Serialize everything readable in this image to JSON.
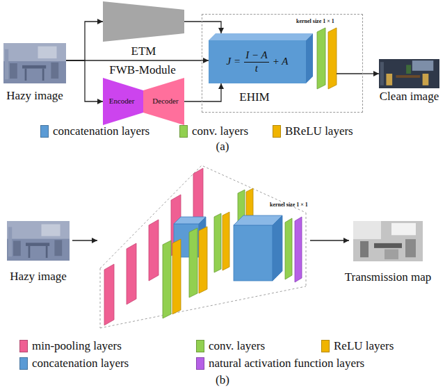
{
  "diagram": {
    "nodes": [
      {
        "text": [
          "Hazy image"
        ]
      },
      {
        "text": [
          "ETM"
        ]
      },
      {
        "text": [
          "Encoder",
          "Decoder"
        ]
      },
      {
        "text": [
          "EHIM"
        ]
      },
      {
        "text": [
          "J =",
          "I − A",
          "t",
          "+ A"
        ],
        "in": 3
      },
      {
        "text": [
          "Clean image"
        ]
      },
      {
        "text": [
          "Hazy image"
        ]
      },
      {
        "text": [
          "Transmission map"
        ]
      }
    ],
    "edges": [
      {
        "from": 0,
        "to": 1,
        "arrow": "to"
      },
      {
        "from": 0,
        "to": 4,
        "arrow": "to"
      },
      {
        "from": 0,
        "to": 2,
        "arrow": "to"
      },
      {
        "from": 1,
        "to": 4,
        "arrow": "to"
      },
      {
        "from": 2,
        "to": 4,
        "arrow": "to"
      },
      {
        "from": 3,
        "to": 5,
        "arrow": "to"
      }
    ],
    "labels": [
      "FWB-Module",
      "kernel size 1 × 1",
      "(a)",
      "kernel size 1 × 1",
      "(b)"
    ],
    "legend": [
      {
        "text": "concatenation layers",
        "color": "#5b9bd5"
      },
      {
        "text": "conv. layers",
        "color": "#92d050"
      },
      {
        "text": "BReLU layers",
        "color": "#f0b400"
      },
      {
        "text": "min-pooling layers",
        "color": "#ef5f93"
      },
      {
        "text": "conv. layers",
        "color": "#92d050"
      },
      {
        "text": "ReLU layers",
        "color": "#f0b400"
      },
      {
        "text": "concatenation layers",
        "color": "#5b9bd5"
      },
      {
        "text": "natural activation function layers",
        "color": "#b660e6"
      }
    ]
  }
}
